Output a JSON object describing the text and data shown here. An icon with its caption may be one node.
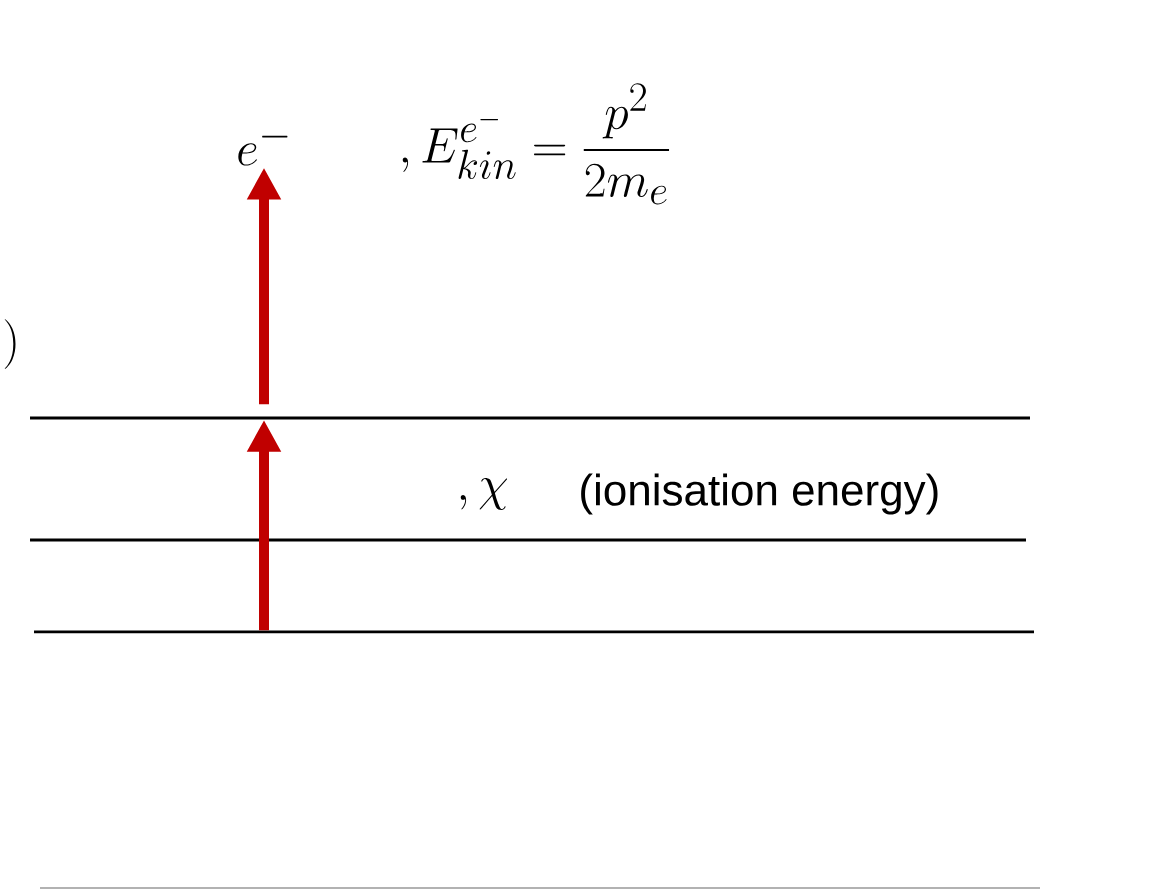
{
  "diagram": {
    "nodes": [
      {
        "text": [
          "e^-"
        ]
      },
      {
        "text": [],
        "shape": "bar"
      },
      {
        "text": [],
        "shape": "bar"
      },
      {
        "text": [],
        "shape": "bar"
      }
    ],
    "edges": [
      {
        "from": 3,
        "to": 1,
        "arrow": "to"
      },
      {
        "from": 1,
        "to": 0,
        "arrow": "to"
      }
    ],
    "labels": [
      ",E_{kin}^{e^-}=\\frac{p^2}{2m_e}",
      ")",
      ",\\chi",
      "(ionisation energy)"
    ]
  }
}
